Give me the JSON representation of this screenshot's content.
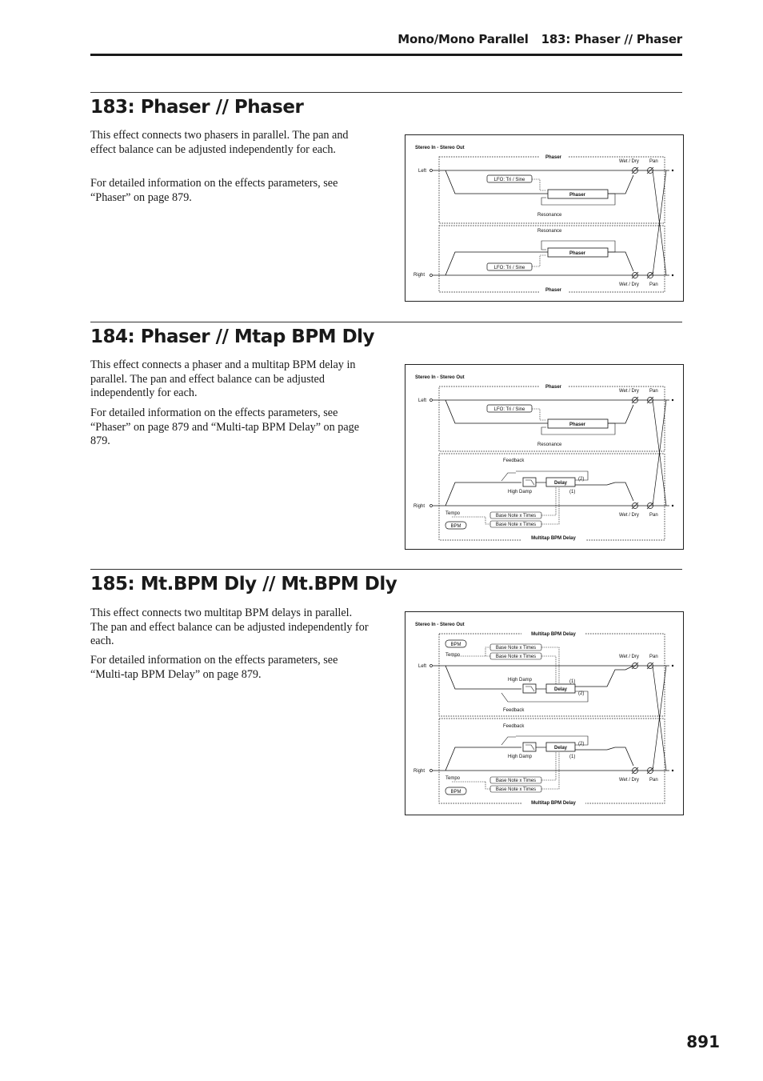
{
  "header": {
    "left": "Mono/Mono Parallel",
    "right": "183: Phaser // Phaser"
  },
  "sections": [
    {
      "title": "183: Phaser // Phaser",
      "paragraphs": [
        "This effect connects two phasers in parallel. The pan and effect balance can be adjusted independently for each.",
        "For detailed information on the effects parameters, see “Phaser” on page 879."
      ],
      "diagram": {
        "io_label": "Stereo In - Stereo Out",
        "left": "Left",
        "right": "Right",
        "top_block": "Phaser",
        "bottom_block": "Phaser",
        "lfo": "LFO: Tri / Sine",
        "resonance": "Resonance",
        "phaser": "Phaser",
        "wet_dry": "Wet / Dry",
        "pan": "Pan"
      }
    },
    {
      "title": "184: Phaser // Mtap BPM Dly",
      "paragraphs": [
        "This effect connects a phaser and a multitap BPM delay in parallel. The pan and effect balance can be adjusted independently for each.",
        "For detailed information on the effects parameters, see “Phaser” on page 879 and “Multi-tap BPM Delay” on page 879."
      ],
      "diagram": {
        "io_label": "Stereo In - Stereo Out",
        "left": "Left",
        "right": "Right",
        "top_block": "Phaser",
        "bottom_block": "Multitap BPM Delay",
        "lfo": "LFO: Tri / Sine",
        "resonance": "Resonance",
        "phaser": "Phaser",
        "feedback": "Feedback",
        "high_damp": "High Damp",
        "delay": "Delay",
        "tap1": "(1)",
        "tap2": "(2)",
        "tempo": "Tempo",
        "bpm": "BPM",
        "base_note": "Base Note x Times",
        "wet_dry": "Wet / Dry",
        "pan": "Pan"
      }
    },
    {
      "title": "185: Mt.BPM Dly // Mt.BPM Dly",
      "paragraphs": [
        "This effect connects two multitap BPM delays in parallel. The pan and effect balance can be adjusted independently for each.",
        "For detailed information on the effects parameters, see “Multi-tap BPM Delay” on page 879."
      ],
      "diagram": {
        "io_label": "Stereo In - Stereo Out",
        "left": "Left",
        "right": "Right",
        "top_block": "Multitap BPM Delay",
        "bottom_block": "Multitap BPM Delay",
        "feedback": "Feedback",
        "high_damp": "High Damp",
        "delay": "Delay",
        "tap1": "(1)",
        "tap2": "(2)",
        "tempo": "Tempo",
        "bpm": "BPM",
        "base_note": "Base Note x Times",
        "wet_dry": "Wet / Dry",
        "pan": "Pan"
      }
    }
  ],
  "page_number": "891"
}
